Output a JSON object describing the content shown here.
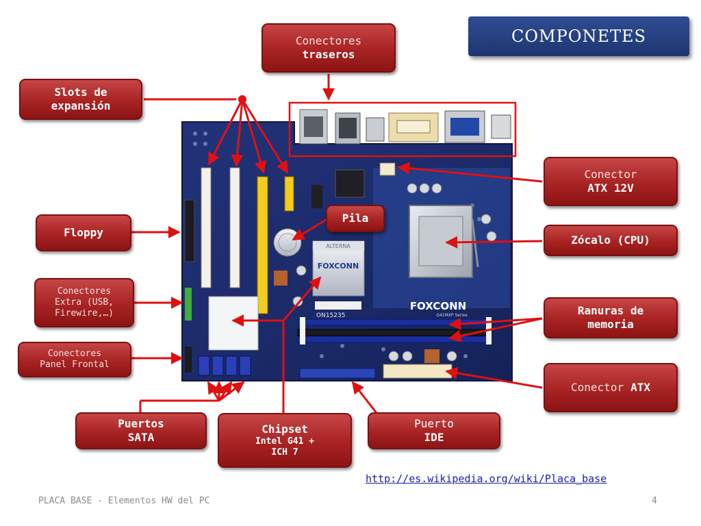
{
  "slide": {
    "title": "COMPONETES",
    "footer": "PLACA BASE - Elementos HW del PC",
    "page_number": "4",
    "source_link": "http://es.wikipedia.org/wiki/Placa_base"
  },
  "board": {
    "brand": "FOXCONN",
    "model": "G41MXP Series",
    "heatsink_brand": "FOXCONN",
    "heatsink_top": "ALTERNA",
    "sticker": "ON15235"
  },
  "callouts": {
    "rear": {
      "line1": "Conectores",
      "line2": "traseros"
    },
    "slots": {
      "line1": "Slots de",
      "line2": "expansión"
    },
    "atx12v": {
      "line1": "Conector",
      "line2": "ATX 12V"
    },
    "floppy": {
      "line1": "Floppy"
    },
    "pila": {
      "line1": "Pila"
    },
    "cpu": {
      "line1": "Zócalo (CPU)"
    },
    "extra": {
      "line1": "Conectores",
      "line2": "Extra (USB,",
      "line3": "Firewire,…)"
    },
    "ram": {
      "line1": "Ranuras de",
      "line2": "memoria"
    },
    "panel": {
      "line1": "Conectores",
      "line2": "Panel Frontal"
    },
    "atx": {
      "line1": "Conector",
      "line2": "ATX"
    },
    "sata": {
      "line1": "Puertos",
      "line2": "SATA"
    },
    "chipset": {
      "line1": "Chipset",
      "line2": "Intel G41 +",
      "line3": "ICH 7"
    },
    "ide": {
      "line1": "Puerto",
      "line2": "IDE"
    }
  },
  "colors": {
    "callout_red": "#a82323",
    "arrow_red": "#e01010",
    "title_blue": "#263f82",
    "pcb_blue": "#1c2c6e"
  }
}
